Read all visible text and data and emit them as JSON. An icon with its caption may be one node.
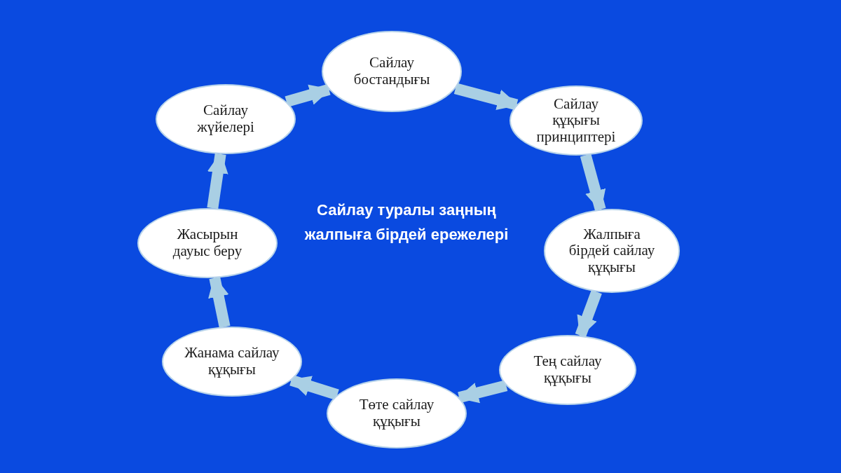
{
  "diagram": {
    "title": "Сайлау туралы заңның жалпыға бірдей ережелері",
    "nodes": [
      {
        "text": [
          "Сайлау бостандығы"
        ]
      },
      {
        "text": [
          "Сайлау құқығы принциптері"
        ]
      },
      {
        "text": [
          "Жалпыға бірдей сайлау құқығы"
        ]
      },
      {
        "text": [
          "Тең сайлау құқығы"
        ]
      },
      {
        "text": [
          "Төте сайлау құқығы"
        ]
      },
      {
        "text": [
          "Жанама сайлау құқығы"
        ]
      },
      {
        "text": [
          "Жасырын дауыс беру"
        ]
      },
      {
        "text": [
          "Сайлау жүйелері"
        ]
      }
    ],
    "edges": [
      {
        "from": 0,
        "to": 1,
        "arrow": "to"
      },
      {
        "from": 1,
        "to": 2,
        "arrow": "to"
      },
      {
        "from": 2,
        "to": 3,
        "arrow": "to"
      },
      {
        "from": 3,
        "to": 4,
        "arrow": "to"
      },
      {
        "from": 4,
        "to": 5,
        "arrow": "to"
      },
      {
        "from": 5,
        "to": 6,
        "arrow": "to"
      },
      {
        "from": 6,
        "to": 7,
        "arrow": "to"
      },
      {
        "from": 7,
        "to": 0,
        "arrow": "to"
      }
    ]
  }
}
